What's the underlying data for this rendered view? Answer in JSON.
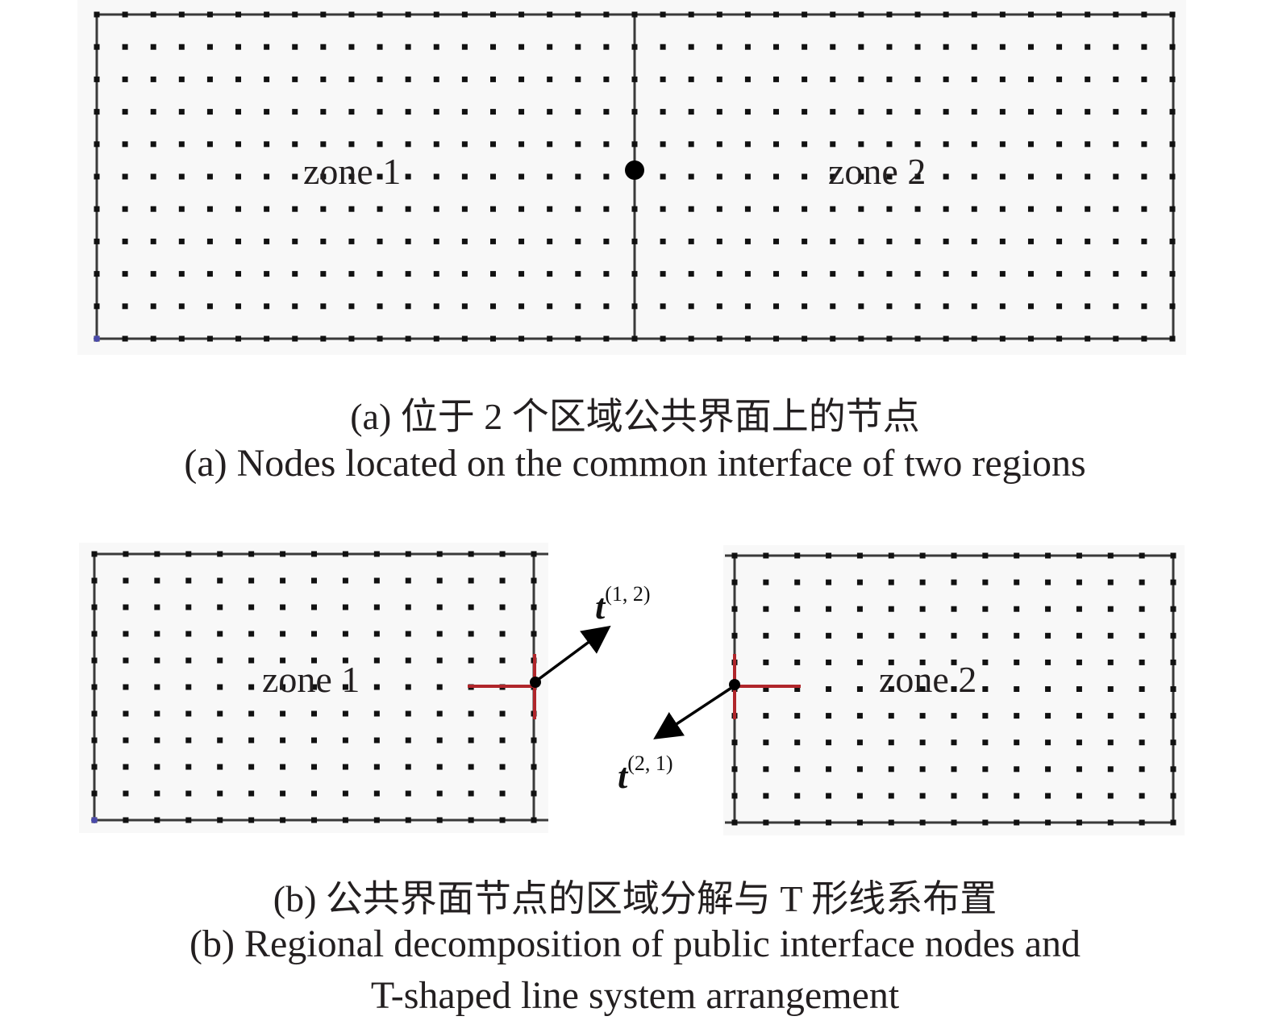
{
  "figure": {
    "panel_a": {
      "zone_labels": [
        "zone 1",
        "zone 2"
      ],
      "caption_zh": "(a) 位于 2 个区域公共界面上的节点",
      "caption_en": "(a) Nodes located on the common interface of two regions",
      "grid": {
        "rows": 11,
        "cols_per_zone": 20,
        "interface_node_highlighted": true
      }
    },
    "panel_b": {
      "zone_labels": [
        "zone 1",
        "zone 2"
      ],
      "vector_labels": [
        {
          "symbol": "t",
          "superscript": "(1, 2)"
        },
        {
          "symbol": "t",
          "superscript": "(2, 1)"
        }
      ],
      "caption_zh": "(b) 公共界面节点的区域分解与 T 形线系布置",
      "caption_en_line1": "(b) Regional decomposition of public interface nodes and",
      "caption_en_line2": "T-shaped line system arrangement",
      "grid": {
        "rows": 11,
        "cols": 15
      }
    },
    "colors": {
      "grid_line": "#3a3a3a",
      "node": "#111111",
      "t_line": "#b0262b",
      "panel_bg": "#f8f8f8",
      "origin_node": "#4a4aa8"
    }
  }
}
